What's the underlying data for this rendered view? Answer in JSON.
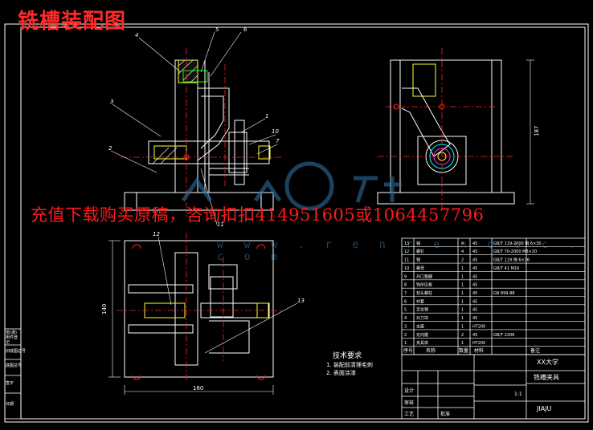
{
  "title": "铣槽装配图",
  "watermark": "充值下载购买原稿，咨询扣扣414951605或1064457796",
  "watermark_url": "w w w . r e n r e n d o c . c o m",
  "part_labels": [
    "4",
    "5",
    "6",
    "3",
    "2",
    "1",
    "10",
    "7",
    "11",
    "12",
    "13"
  ],
  "dimensions": {
    "width": "160",
    "height": "140",
    "side_height": "187"
  },
  "tech_notes": {
    "title": "技术要求",
    "lines": [
      "1. 装配前清理毛刺",
      "2. 表面涂漆"
    ]
  },
  "bom_rows": [
    {
      "no": "13",
      "name": "销",
      "qty": "4",
      "material": "45",
      "note": "GB/T 119-2000 销 6×30"
    },
    {
      "no": "12",
      "name": "螺钉",
      "qty": "4",
      "material": "45",
      "note": "GB/T 70-2000 M8×20"
    },
    {
      "no": "11",
      "name": "销",
      "qty": "2",
      "material": "45",
      "note": "GB/T 119 销 6×16"
    },
    {
      "no": "10",
      "name": "螺母",
      "qty": "1",
      "material": "45",
      "note": "GB/T 41 M16"
    },
    {
      "no": "9",
      "name": "开口垫圈",
      "qty": "1",
      "material": "45",
      "note": ""
    },
    {
      "no": "8",
      "name": "钩形压板",
      "qty": "1",
      "material": "45",
      "note": ""
    },
    {
      "no": "7",
      "name": "双头螺柱",
      "qty": "1",
      "material": "45",
      "note": "GB 899-88"
    },
    {
      "no": "6",
      "name": "衬套",
      "qty": "1",
      "material": "45",
      "note": ""
    },
    {
      "no": "5",
      "name": "定位销",
      "qty": "1",
      "material": "45",
      "note": ""
    },
    {
      "no": "4",
      "name": "对刀块",
      "qty": "1",
      "material": "45",
      "note": ""
    },
    {
      "no": "3",
      "name": "支座",
      "qty": "1",
      "material": "HT200",
      "note": ""
    },
    {
      "no": "2",
      "name": "定向键",
      "qty": "2",
      "material": "45",
      "note": "GB/T 2206"
    },
    {
      "no": "1",
      "name": "夹具体",
      "qty": "1",
      "material": "HT200",
      "note": ""
    }
  ],
  "bom_header": {
    "no": "序号",
    "name": "名称",
    "qty": "数量",
    "material": "材料",
    "note": "备注"
  },
  "title_block": {
    "school": "XX大学",
    "drawing_name": "铣槽夹具",
    "code": "JIAJU",
    "scale": "1:1",
    "designer_label": "设计",
    "checker_label": "审核",
    "process_label": "工艺",
    "approve_label": "批准"
  },
  "left_strip": [
    "借(通)用件登记",
    "旧底图总号",
    "底图总号",
    "签字",
    "日期"
  ],
  "colors": {
    "line": "#ffffff",
    "red": "#ff2020",
    "yellow": "#ffff33",
    "green": "#33ff33",
    "cyan": "#33ffff",
    "magenta": "#ff33ff",
    "blue_wm": "#3a7fb0"
  }
}
